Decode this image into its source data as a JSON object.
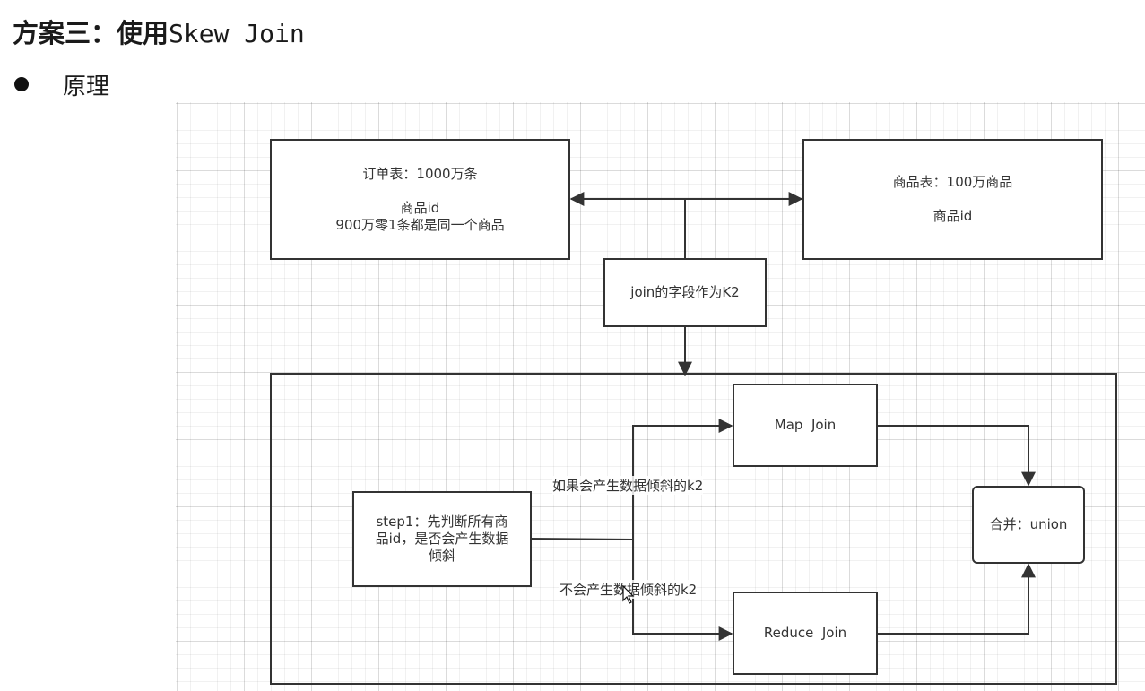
{
  "title": {
    "bold_part": "方案三：使用",
    "mono_part": "Skew Join"
  },
  "section": {
    "label": "原理"
  },
  "diagram": {
    "nodes": {
      "orders": {
        "line1": "订单表：1000万条",
        "line2": "商品id",
        "line3": "900万零1条都是同一个商品"
      },
      "products": {
        "line1": "商品表：100万商品",
        "line2": "商品id"
      },
      "k2": {
        "label": "join的字段作为K2"
      },
      "step1": {
        "line1": "step1：先判断所有商",
        "line2": "品id，是否会产生数据",
        "line3": "倾斜"
      },
      "map_join": {
        "label": "Map  Join"
      },
      "reduce_join": {
        "label": "Reduce  Join"
      },
      "union": {
        "label": "合并：union"
      }
    },
    "edge_labels": {
      "skew": "如果会产生数据倾斜的k2",
      "no_skew": "不会产生数据倾斜的k2"
    },
    "colors": {
      "stroke": "#333333",
      "grid": "#e6e6e6",
      "background": "#ffffff"
    }
  }
}
